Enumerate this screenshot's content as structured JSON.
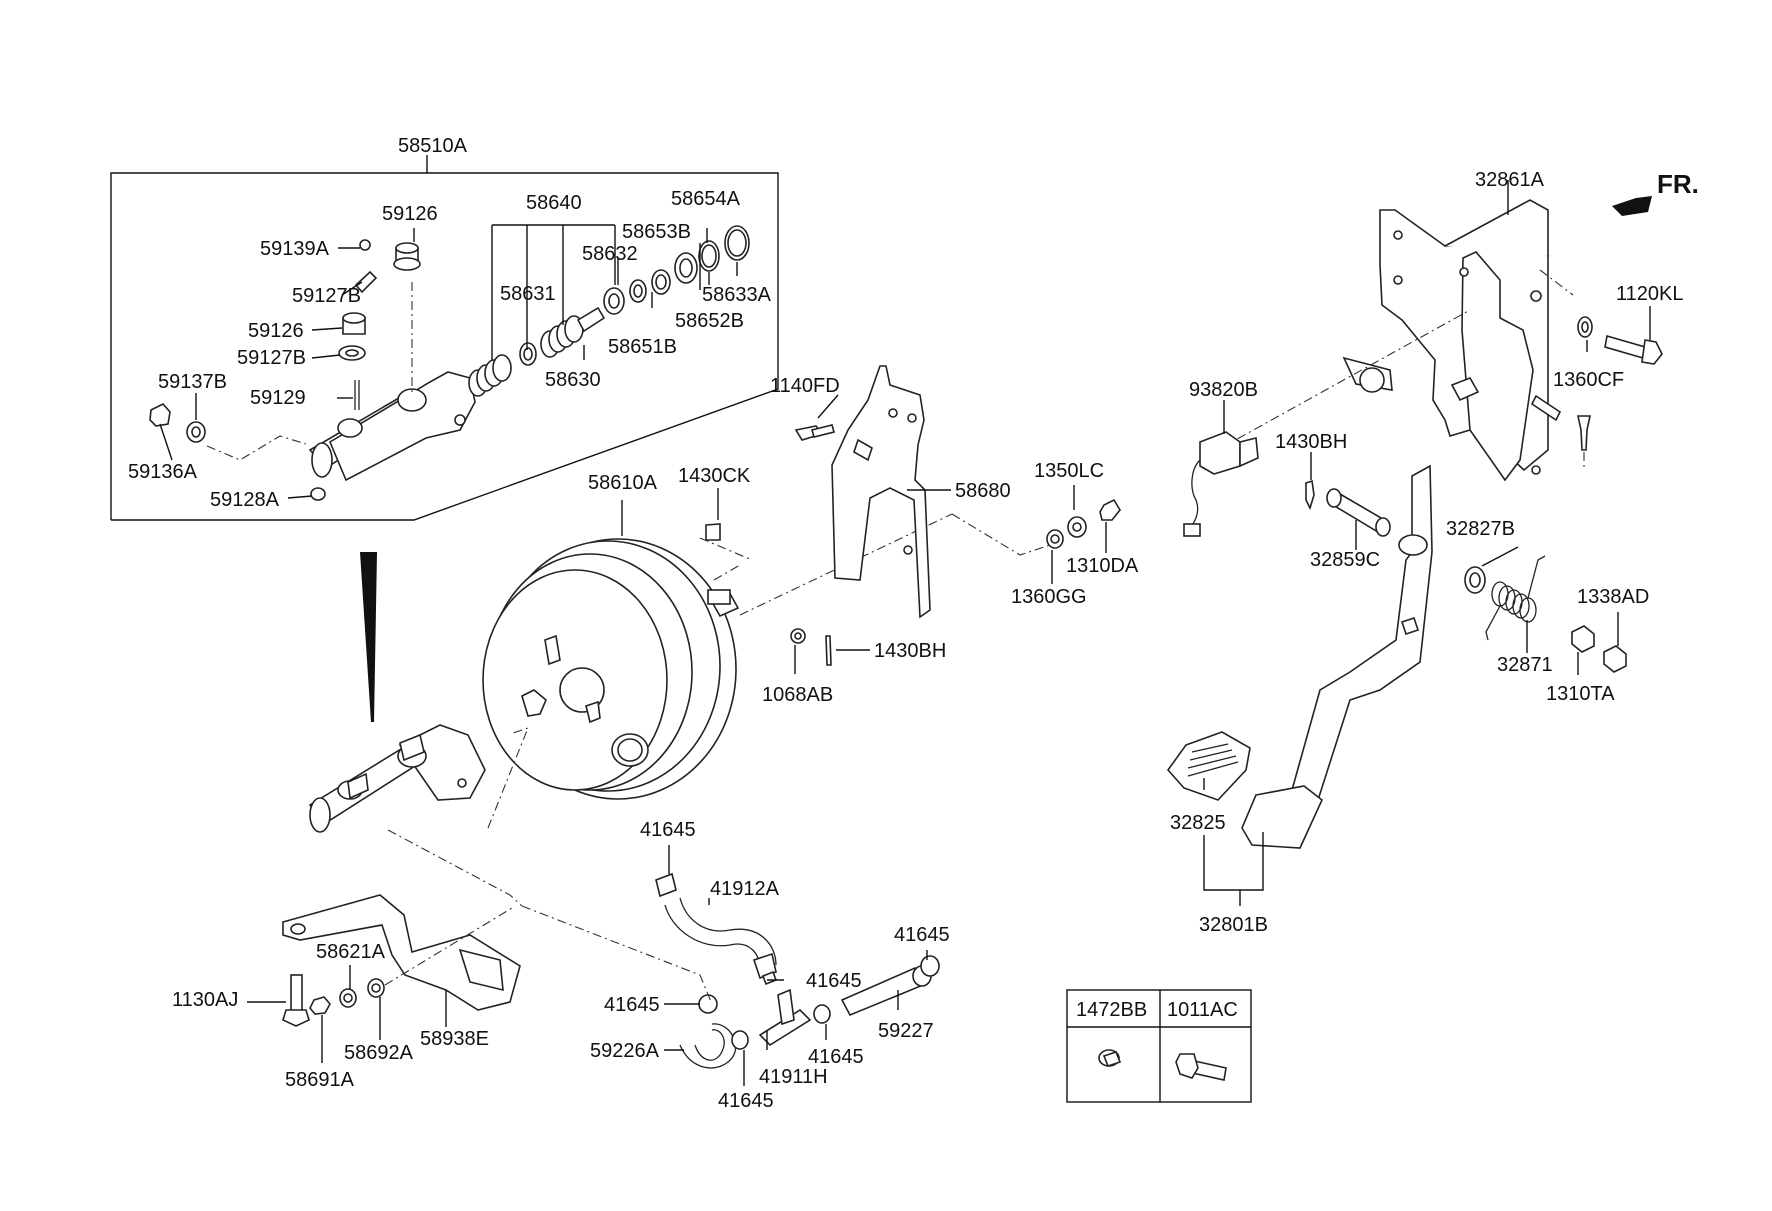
{
  "parts": [
    {
      "id": "58510A",
      "text": "58510A"
    },
    {
      "id": "59126_a",
      "text": "59126"
    },
    {
      "id": "59139A",
      "text": "59139A"
    },
    {
      "id": "59127B_a",
      "text": "59127B"
    },
    {
      "id": "59126_b",
      "text": "59126"
    },
    {
      "id": "59127B_b",
      "text": "59127B"
    },
    {
      "id": "59137B",
      "text": "59137B"
    },
    {
      "id": "59129",
      "text": "59129"
    },
    {
      "id": "59136A",
      "text": "59136A"
    },
    {
      "id": "59128A",
      "text": "59128A"
    },
    {
      "id": "58640",
      "text": "58640"
    },
    {
      "id": "58654A",
      "text": "58654A"
    },
    {
      "id": "58653B",
      "text": "58653B"
    },
    {
      "id": "58632",
      "text": "58632"
    },
    {
      "id": "58631",
      "text": "58631"
    },
    {
      "id": "58633A",
      "text": "58633A"
    },
    {
      "id": "58652B",
      "text": "58652B"
    },
    {
      "id": "58651B",
      "text": "58651B"
    },
    {
      "id": "58630",
      "text": "58630"
    },
    {
      "id": "1140FD",
      "text": "1140FD"
    },
    {
      "id": "58680",
      "text": "58680"
    },
    {
      "id": "58610A",
      "text": "58610A"
    },
    {
      "id": "1430CK",
      "text": "1430CK"
    },
    {
      "id": "1350LC",
      "text": "1350LC"
    },
    {
      "id": "1310DA",
      "text": "1310DA"
    },
    {
      "id": "1360GG",
      "text": "1360GG"
    },
    {
      "id": "1430BH_a",
      "text": "1430BH"
    },
    {
      "id": "1068AB",
      "text": "1068AB"
    },
    {
      "id": "41645_a",
      "text": "41645"
    },
    {
      "id": "41912A",
      "text": "41912A"
    },
    {
      "id": "41645_b",
      "text": "41645"
    },
    {
      "id": "41645_c",
      "text": "41645"
    },
    {
      "id": "41645_d",
      "text": "41645"
    },
    {
      "id": "59227",
      "text": "59227"
    },
    {
      "id": "41645_e",
      "text": "41645"
    },
    {
      "id": "59226A",
      "text": "59226A"
    },
    {
      "id": "41911H",
      "text": "41911H"
    },
    {
      "id": "41645_f",
      "text": "41645"
    },
    {
      "id": "58621A",
      "text": "58621A"
    },
    {
      "id": "1130AJ",
      "text": "1130AJ"
    },
    {
      "id": "58938E",
      "text": "58938E"
    },
    {
      "id": "58692A",
      "text": "58692A"
    },
    {
      "id": "58691A",
      "text": "58691A"
    },
    {
      "id": "32861A",
      "text": "32861A"
    },
    {
      "id": "1120KL",
      "text": "1120KL"
    },
    {
      "id": "1360CF",
      "text": "1360CF"
    },
    {
      "id": "93820B",
      "text": "93820B"
    },
    {
      "id": "1430BH_b",
      "text": "1430BH"
    },
    {
      "id": "32827B",
      "text": "32827B"
    },
    {
      "id": "32859C",
      "text": "32859C"
    },
    {
      "id": "1338AD",
      "text": "1338AD"
    },
    {
      "id": "32871",
      "text": "32871"
    },
    {
      "id": "1310TA",
      "text": "1310TA"
    },
    {
      "id": "32825",
      "text": "32825"
    },
    {
      "id": "32801B",
      "text": "32801B"
    }
  ],
  "direction_marker": {
    "text": "FR."
  },
  "fastener_table": {
    "headers": [
      "1472BB",
      "1011AC"
    ]
  }
}
